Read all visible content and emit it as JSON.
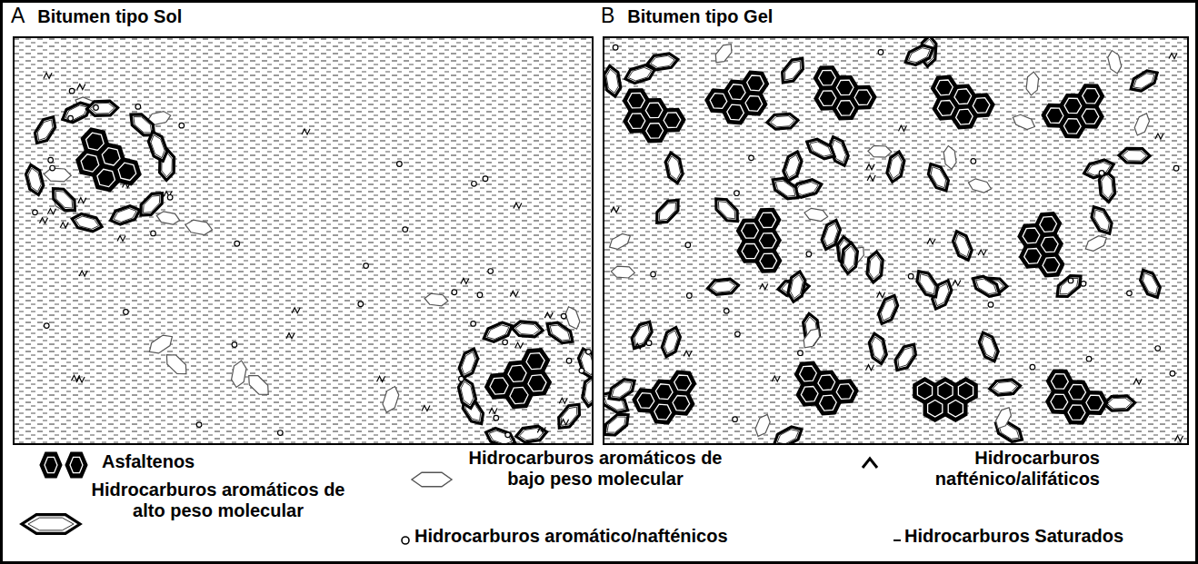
{
  "diagram": {
    "nodes": [
      {
        "text": [
          "A",
          "Bitumen tipo Sol"
        ]
      },
      {
        "text": [
          "B",
          "Bitumen tipo Gel"
        ]
      }
    ],
    "legend": [
      {
        "text": "Asfaltenos"
      },
      {
        "text": "Hidrocarburos aromáticos de alto peso molecular"
      },
      {
        "text": "Hidrocarburos aromáticos de bajo peso molecular"
      },
      {
        "text": "Hidrocarburos aromático/nafténicos"
      },
      {
        "text": "Hidrocarburos nafténico/alifáticos"
      },
      {
        "text": "Hidrocarburos Saturados"
      }
    ]
  }
}
